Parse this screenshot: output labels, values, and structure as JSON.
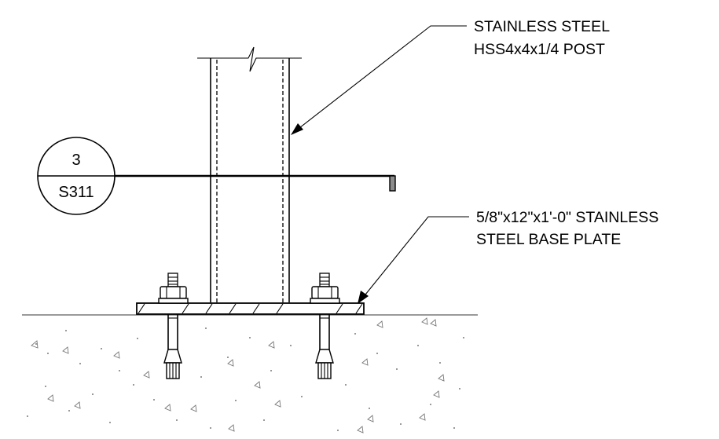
{
  "drawing": {
    "callouts": [
      {
        "id": "post",
        "lines": [
          "STAINLESS STEEL",
          "HSS4x4x1/4 POST"
        ]
      },
      {
        "id": "base-plate",
        "lines": [
          "5/8\"x12\"x1'-0\" STAINLESS",
          "STEEL BASE PLATE"
        ]
      }
    ],
    "section_marker": {
      "number": "3",
      "sheet": "S311"
    }
  }
}
